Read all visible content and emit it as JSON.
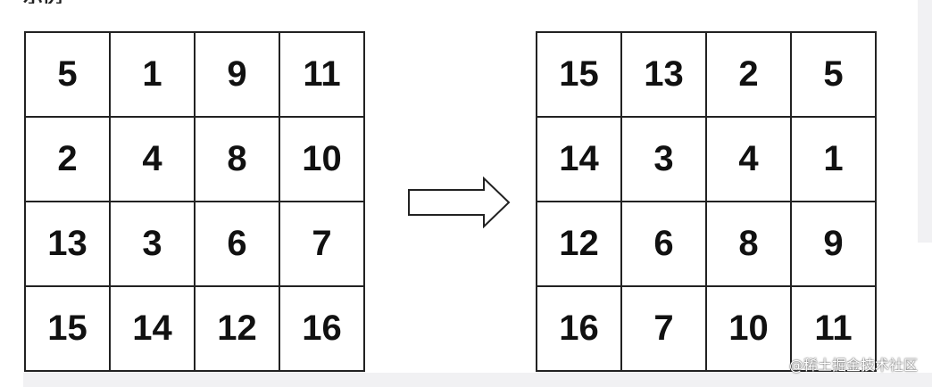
{
  "heading": "示例",
  "watermark": "@稀土掘金技术社区",
  "arrow_icon": "right-arrow-icon",
  "colors": {
    "grid_line": "#222222",
    "text": "#111111",
    "band": "#f1f1f3"
  },
  "matrix_before": [
    [
      "5",
      "1",
      "9",
      "11"
    ],
    [
      "2",
      "4",
      "8",
      "10"
    ],
    [
      "13",
      "3",
      "6",
      "7"
    ],
    [
      "15",
      "14",
      "12",
      "16"
    ]
  ],
  "matrix_after": [
    [
      "15",
      "13",
      "2",
      "5"
    ],
    [
      "14",
      "3",
      "4",
      "1"
    ],
    [
      "12",
      "6",
      "8",
      "9"
    ],
    [
      "16",
      "7",
      "10",
      "11"
    ]
  ]
}
